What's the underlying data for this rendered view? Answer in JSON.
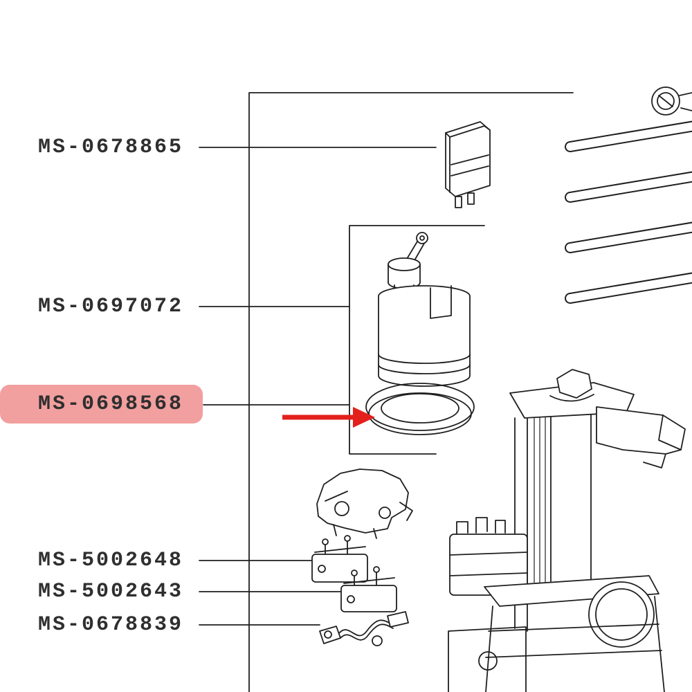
{
  "diagram": {
    "kind": "exploded-parts-diagram",
    "background_color": "#ffffff",
    "line_color": "#1f1f1f",
    "highlight_color": "#f19f9f",
    "arrow_color": "#e3201b",
    "highlighted_part": "MS-0698568",
    "labels": [
      {
        "id": "MS-0678865",
        "highlighted": false
      },
      {
        "id": "MS-0697072",
        "highlighted": false
      },
      {
        "id": "MS-0698568",
        "highlighted": true
      },
      {
        "id": "MS-5002648",
        "highlighted": false
      },
      {
        "id": "MS-5002643",
        "highlighted": false
      },
      {
        "id": "MS-0678839",
        "highlighted": false
      }
    ]
  }
}
